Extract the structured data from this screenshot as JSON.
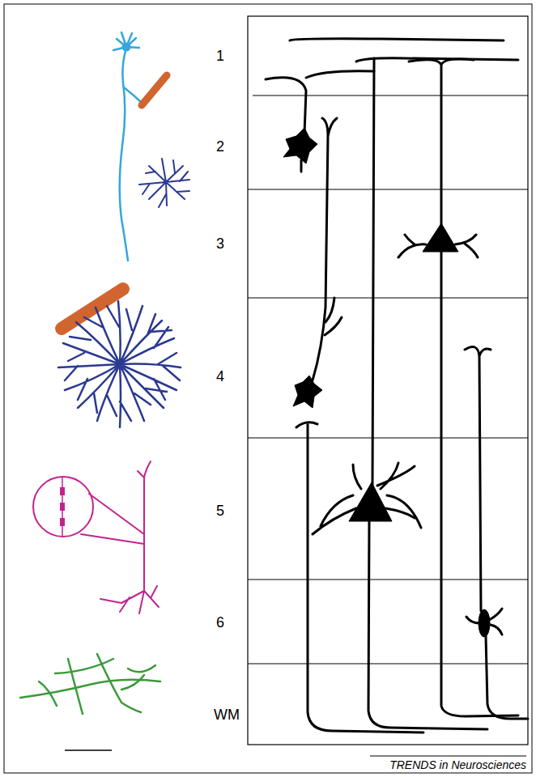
{
  "diagram": {
    "labels": [
      "1",
      "2",
      "3",
      "4",
      "5",
      "6",
      "WM",
      "TRENDS in Neurosciences"
    ]
  }
}
